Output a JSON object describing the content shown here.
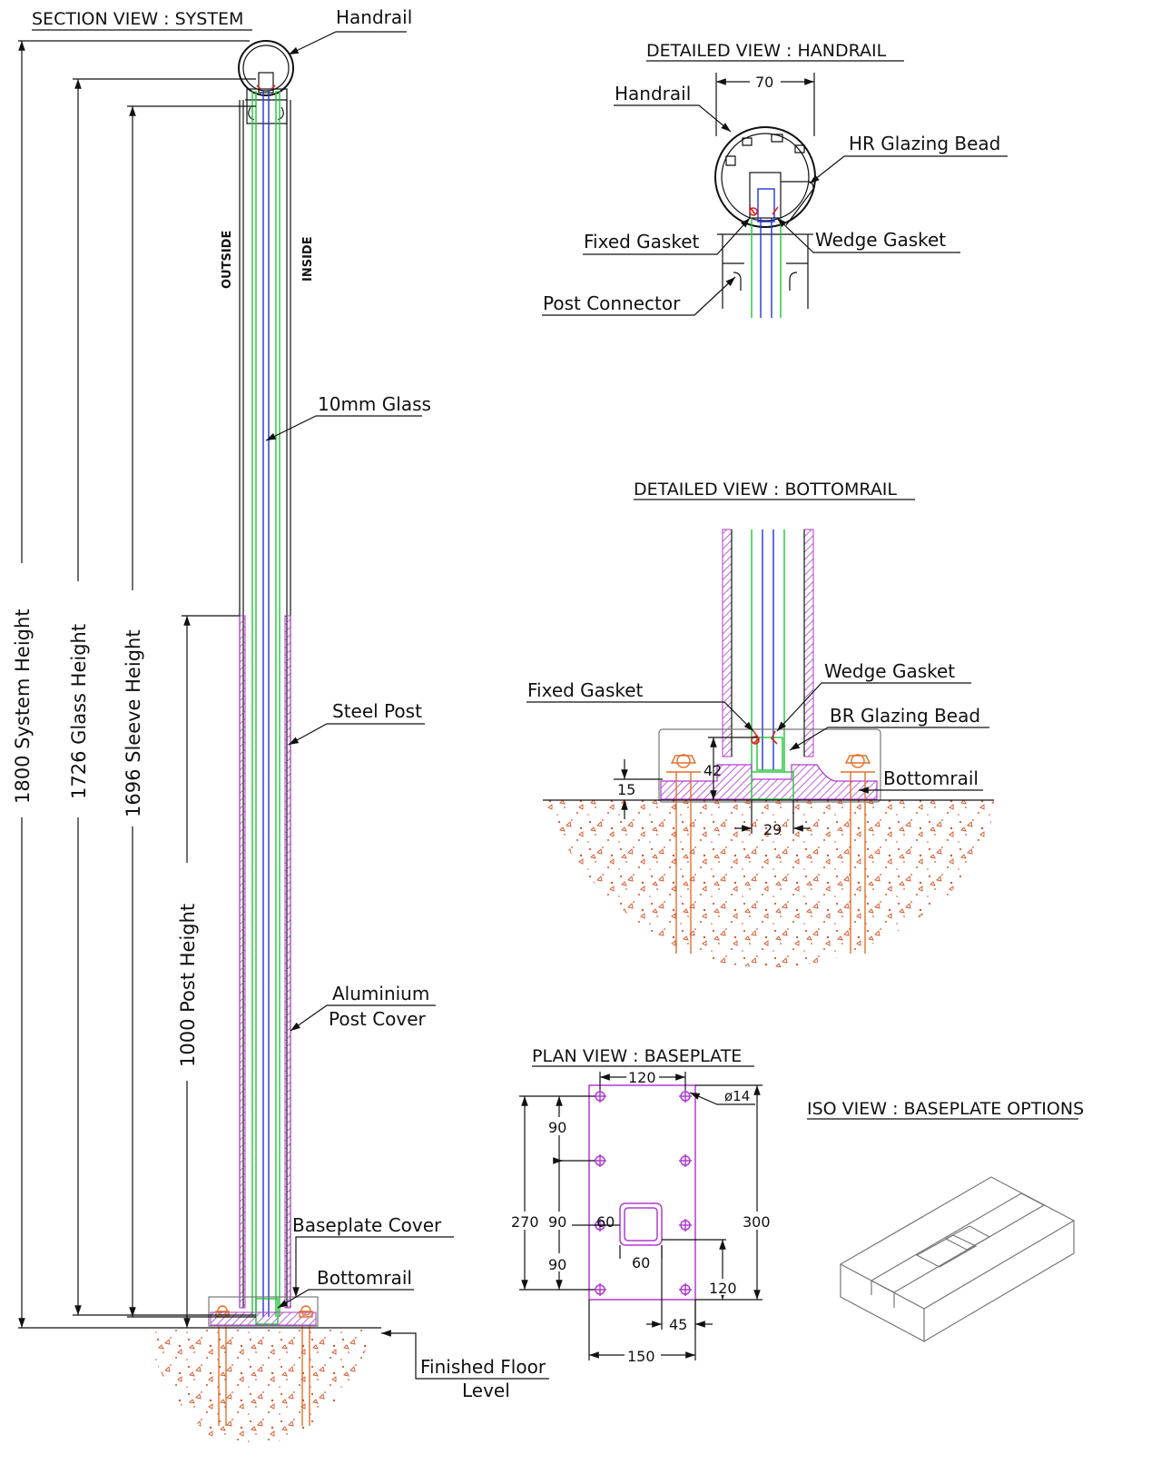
{
  "section_system": {
    "title": "SECTION VIEW : SYSTEM",
    "handrail": "Handrail",
    "outside": "OUTSIDE",
    "inside": "INSIDE",
    "glass": "10mm Glass",
    "steel_post": "Steel Post",
    "post_cover_1": "Aluminium",
    "post_cover_2": "Post Cover",
    "baseplate_cover": "Baseplate Cover",
    "bottomrail": "Bottomrail",
    "ffl_1": "Finished Floor",
    "ffl_2": "Level",
    "dim_system": "1800  System  Height",
    "dim_glass": "1726  Glass  Height",
    "dim_sleeve": "1696  Sleeve  Height",
    "dim_post": "1000  Post  Height"
  },
  "detail_handrail": {
    "title": "DETAILED VIEW : HANDRAIL",
    "dim_width": "70",
    "handrail": "Handrail",
    "hr_glazing_bead": "HR Glazing Bead",
    "fixed_gasket": "Fixed Gasket",
    "wedge_gasket": "Wedge Gasket",
    "post_connector": "Post Connector"
  },
  "detail_bottomrail": {
    "title": "DETAILED VIEW : BOTTOMRAIL",
    "fixed_gasket": "Fixed Gasket",
    "wedge_gasket": "Wedge Gasket",
    "br_glazing_bead": "BR Glazing Bead",
    "bottomrail": "Bottomrail",
    "dim_42": "42",
    "dim_15": "15",
    "dim_29": "29"
  },
  "plan_baseplate": {
    "title": "PLAN VIEW : BASEPLATE",
    "dim_120_top": "120",
    "dim_hole": "ø14",
    "dim_90_a": "90",
    "dim_90_b": "90",
    "dim_90_c": "90",
    "dim_270": "270",
    "dim_60_v": "60",
    "dim_60_h": "60",
    "dim_300": "300",
    "dim_120_right": "120",
    "dim_45": "45",
    "dim_150": "150"
  },
  "iso_baseplate": {
    "title": "ISO VIEW : BASEPLATE OPTIONS"
  },
  "colors": {
    "line": "#111111",
    "sleeve": "#b03ad0",
    "glass_outer": "#22c33a",
    "glass_core": "#2233dd",
    "gasket": "#e02020",
    "concrete": "#d4562a"
  }
}
